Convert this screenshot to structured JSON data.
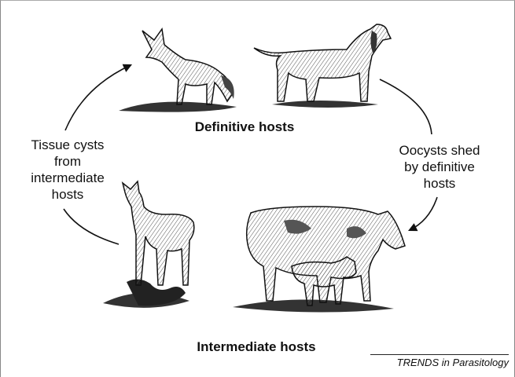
{
  "labels": {
    "definitive": "Definitive hosts",
    "intermediate": "Intermediate hosts",
    "left_cycle": [
      "Tissue cysts",
      "from",
      "intermediate",
      "hosts"
    ],
    "right_cycle": [
      "Oocysts shed",
      "by definitive",
      "hosts"
    ]
  },
  "credit": "TRENDS in Parasitology",
  "illustrations": [
    "coyote-icon",
    "dog-icon",
    "deer-icon",
    "cow-icon",
    "calf-icon"
  ]
}
